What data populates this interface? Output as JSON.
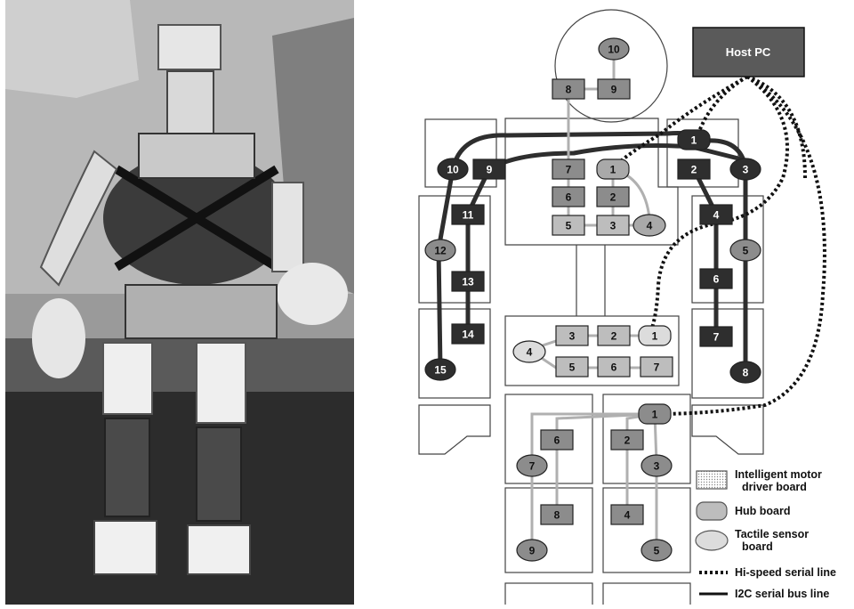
{
  "host": {
    "label": "Host PC"
  },
  "nodes": {
    "head_10": "10",
    "head_8": "8",
    "head_9": "9",
    "rs_1": "1",
    "rs_2": "2",
    "rs_3": "3",
    "ra_4": "4",
    "ra_5": "5",
    "ra_6": "6",
    "ra_7": "7",
    "ra_8": "8",
    "ls_9": "9",
    "ls_10": "10",
    "la_11": "11",
    "la_12": "12",
    "la_13": "13",
    "la_14": "14",
    "la_15": "15",
    "ch_7": "7",
    "ch_1": "1",
    "ch_6": "6",
    "ch_2": "2",
    "ch_5": "5",
    "ch_3": "3",
    "ch_4": "4",
    "w_3": "3",
    "w_2": "2",
    "w_1": "1",
    "w_4": "4",
    "w_5": "5",
    "w_6": "6",
    "w_7": "7",
    "hip_1": "1",
    "ll_6": "6",
    "ll_7": "7",
    "ll_8": "8",
    "ll_9": "9",
    "rl_2": "2",
    "rl_3": "3",
    "rl_4": "4",
    "rl_5": "5"
  },
  "legend": {
    "motor": "Intelligent motor",
    "motor2": "driver board",
    "hub": "Hub board",
    "tactile": "Tactile sensor",
    "tactile2": "board",
    "hispeed": "Hi-speed serial line",
    "i2c": "I2C serial bus line"
  },
  "colors": {
    "motor_light": "#bdbdbd",
    "motor_mid": "#8c8c8c",
    "motor_dark": "#2e2e2e",
    "hub": "#a9a9a9",
    "tactile": "#dcdcdc",
    "host": "#5a5a5a"
  }
}
